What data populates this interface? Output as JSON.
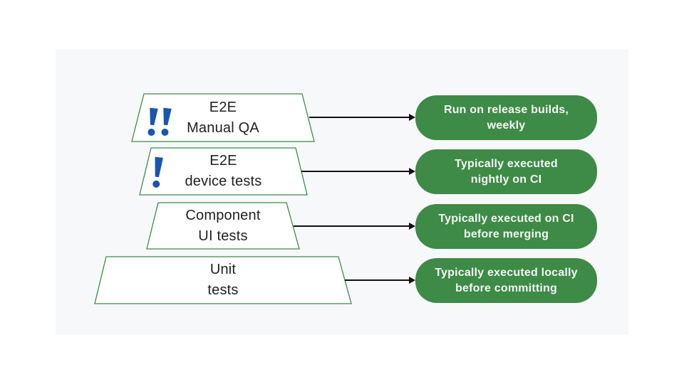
{
  "diagram": {
    "title_semantic": "test-pyramid-diagram",
    "colors": {
      "panel_background": "#f7f8fa",
      "trapezoid_border_green": "#3d8b4a",
      "trapezoid_fill": "#ffffff",
      "pill_green": "#3e8a47",
      "pill_text": "#f4f7f4",
      "shape_text": "#202124",
      "exclamation_blue": "#1a55b0",
      "arrow_black": "#111111"
    },
    "levels": [
      {
        "shape_line1": "E2E",
        "shape_line2": "Manual QA",
        "icon": "double-exclamation-icon",
        "pill_line1": "Run on release builds,",
        "pill_line2": "weekly"
      },
      {
        "shape_line1": "E2E",
        "shape_line2": "device tests",
        "icon": "exclamation-icon",
        "pill_line1": "Typically executed",
        "pill_line2": "nightly on CI"
      },
      {
        "shape_line1": "Component",
        "shape_line2": "UI tests",
        "icon": "none",
        "pill_line1": "Typically executed on CI",
        "pill_line2": "before merging"
      },
      {
        "shape_line1": "Unit",
        "shape_line2": "tests",
        "icon": "none",
        "pill_line1": "Typically executed locally",
        "pill_line2": "before committing"
      }
    ]
  }
}
